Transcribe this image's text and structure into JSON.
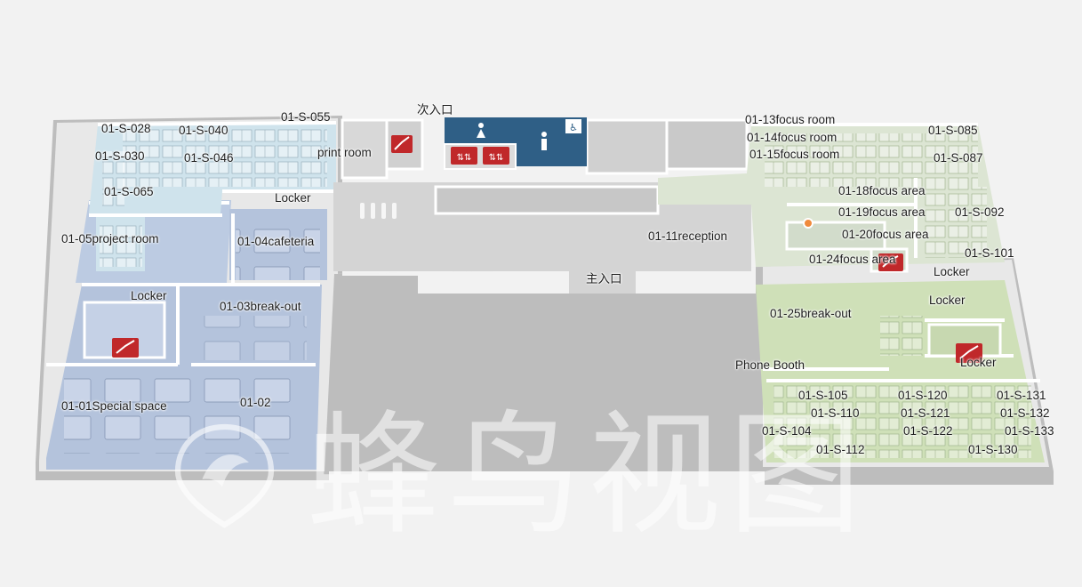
{
  "map": {
    "colors": {
      "blue_zone": "#b4c3dc",
      "lightblue_zone": "#cfe3ec",
      "green_zone": "#cfe0b8",
      "gray_zone": "#d2d2d2",
      "navy_core": "#2f5f86",
      "wall": "#ffffff",
      "icon_red": "#c0282a",
      "marker_orange": "#f08a3c"
    },
    "entrances": {
      "secondary": "次入口",
      "main": "主入口"
    },
    "rooms": [
      {
        "id": "s028",
        "label": "01-S-028"
      },
      {
        "id": "s040",
        "label": "01-S-040"
      },
      {
        "id": "s055",
        "label": "01-S-055"
      },
      {
        "id": "s030",
        "label": "01-S-030"
      },
      {
        "id": "s046",
        "label": "01-S-046"
      },
      {
        "id": "s065",
        "label": "01-S-065"
      },
      {
        "id": "locker1",
        "label": "Locker"
      },
      {
        "id": "print",
        "label": "print room"
      },
      {
        "id": "project",
        "label": "01-05project room"
      },
      {
        "id": "cafeteria",
        "label": "01-04cafeteria"
      },
      {
        "id": "locker2",
        "label": "Locker"
      },
      {
        "id": "breakout03",
        "label": "01-03break-out"
      },
      {
        "id": "special",
        "label": "01-01Special space"
      },
      {
        "id": "r0102",
        "label": "01-02"
      },
      {
        "id": "focus13",
        "label": "01-13focus room"
      },
      {
        "id": "focus14",
        "label": "01-14focus room"
      },
      {
        "id": "focus15",
        "label": "01-15focus room"
      },
      {
        "id": "s085",
        "label": "01-S-085"
      },
      {
        "id": "s087",
        "label": "01-S-087"
      },
      {
        "id": "area18",
        "label": "01-18focus area"
      },
      {
        "id": "area19",
        "label": "01-19focus area"
      },
      {
        "id": "s092",
        "label": "01-S-092"
      },
      {
        "id": "reception",
        "label": "01-11reception"
      },
      {
        "id": "area20",
        "label": "01-20focus area"
      },
      {
        "id": "area24",
        "label": "01-24focus area"
      },
      {
        "id": "s101",
        "label": "01-S-101"
      },
      {
        "id": "locker3",
        "label": "Locker"
      },
      {
        "id": "locker4",
        "label": "Locker"
      },
      {
        "id": "breakout25",
        "label": "01-25break-out"
      },
      {
        "id": "locker5",
        "label": "Locker"
      },
      {
        "id": "phone",
        "label": "Phone Booth"
      },
      {
        "id": "s105",
        "label": "01-S-105"
      },
      {
        "id": "s110",
        "label": "01-S-110"
      },
      {
        "id": "s104",
        "label": "01-S-104"
      },
      {
        "id": "s112",
        "label": "01-S-112"
      },
      {
        "id": "s120",
        "label": "01-S-120"
      },
      {
        "id": "s121",
        "label": "01-S-121"
      },
      {
        "id": "s122",
        "label": "01-S-122"
      },
      {
        "id": "s130",
        "label": "01-S-130"
      },
      {
        "id": "s131",
        "label": "01-S-131"
      },
      {
        "id": "s132",
        "label": "01-S-132"
      },
      {
        "id": "s133",
        "label": "01-S-133"
      }
    ],
    "icons": [
      "stairs-icon",
      "elevator-icon",
      "restroom-icon",
      "accessible-icon",
      "location-marker-icon"
    ]
  },
  "watermark": {
    "text": "蜂鸟视图"
  }
}
